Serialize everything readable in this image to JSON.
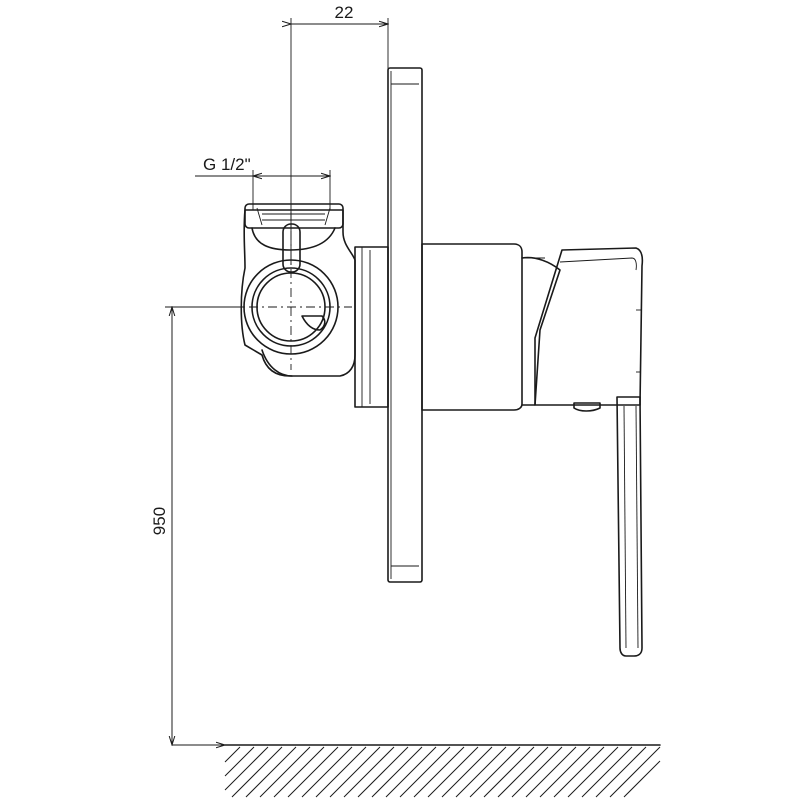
{
  "dimensions": {
    "offset_label": "22",
    "thread_label": "G 1/2\"",
    "height_label": "950"
  }
}
